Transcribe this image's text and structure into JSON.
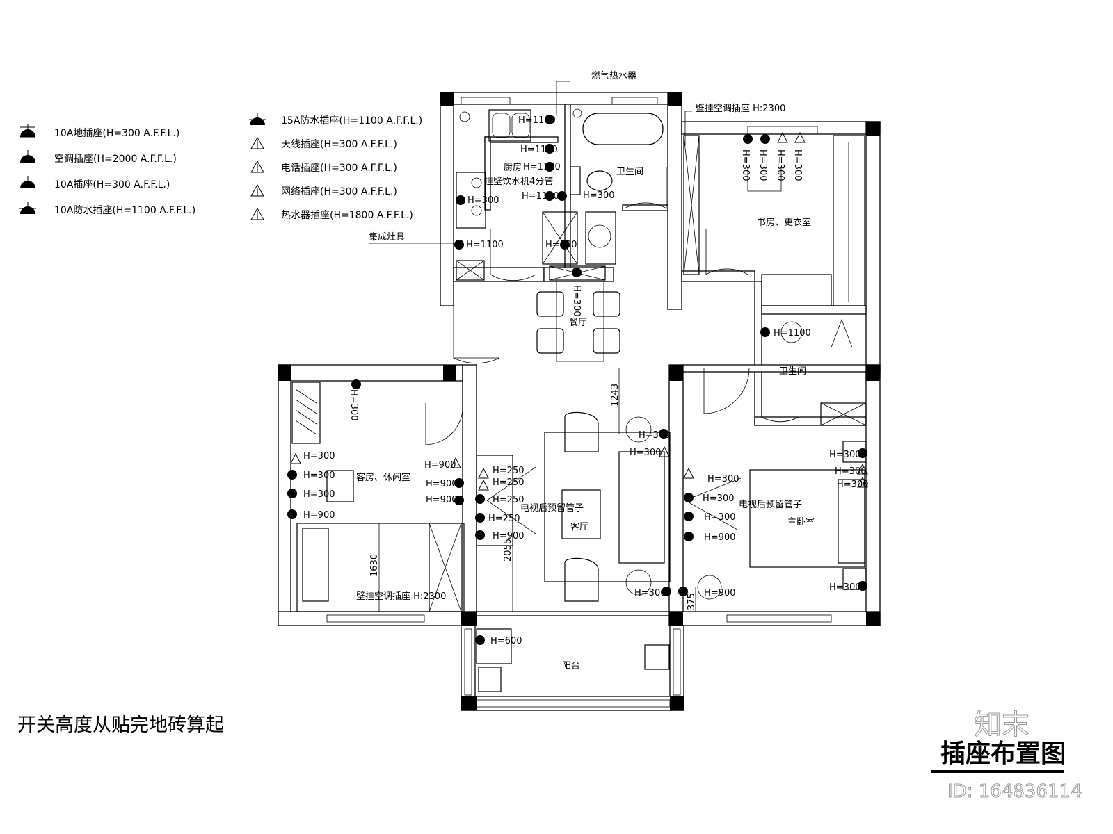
{
  "legend": {
    "left": [
      {
        "icon": "floor-socket-icon",
        "label": "10A地插座(H=300 A.F.F.L.)"
      },
      {
        "icon": "ac-socket-icon",
        "label": "空调插座(H=2000 A.F.F.L.)"
      },
      {
        "icon": "socket-10a-icon",
        "label": "10A插座(H=300 A.F.F.L.)"
      },
      {
        "icon": "waterproof-socket-10a-icon",
        "label": "10A防水插座(H=1100 A.F.F.L.)"
      }
    ],
    "right": [
      {
        "icon": "waterproof-socket-15a-icon",
        "label": "15A防水插座(H=1100 A.F.F.L.)"
      },
      {
        "icon": "antenna-socket-icon",
        "label": "天线插座(H=300 A.F.F.L.)"
      },
      {
        "icon": "phone-socket-icon",
        "label": "电话插座(H=300 A.F.F.L.)"
      },
      {
        "icon": "network-socket-icon",
        "label": "网络插座(H=300 A.F.F.L.)"
      },
      {
        "icon": "water-heater-socket-icon",
        "label": "热水器插座(H=1800 A.F.F.L.)"
      }
    ]
  },
  "rooms": {
    "kitchen": "厨房",
    "bath1": "卫生间",
    "study": "书房、更衣室",
    "dining": "餐厅",
    "bath2": "卫生间",
    "guest": "客房、休闲室",
    "living": "客厅",
    "master": "主卧室",
    "balcony": "阳台"
  },
  "annotations": {
    "gas_heater": "燃气热水器",
    "ac_socket_top": "壁挂空调插座 H:2300",
    "ac_socket_guest": "壁挂空调插座 H:2300",
    "stove": "集成灶具",
    "water_dispenser": "挂壁饮水机4分管",
    "tv_pipe_living": "电视后预留管子",
    "tv_pipe_master": "电视后预留管子"
  },
  "dimensions": [
    "1243",
    "2055",
    "1630",
    "375"
  ],
  "socket_labels": [
    "H=1100",
    "H=1100",
    "H=1100",
    "H=1100",
    "H=300",
    "H=1100",
    "H=300",
    "H=300",
    "H=300",
    "H=300",
    "H=300",
    "H=300",
    "H=300",
    "H=1100",
    "H=300",
    "H=300",
    "H=300",
    "H=300",
    "H=300",
    "H=300",
    "H=300",
    "H=900",
    "H=900",
    "H=300",
    "H=300",
    "H=300",
    "H=250",
    "H=250",
    "H=250",
    "H=250",
    "H=900",
    "H=900",
    "H=900",
    "H=900",
    "H=300",
    "H=300",
    "H=300",
    "H=900",
    "H=300",
    "H=600"
  ],
  "note": "开关高度从贴完地砖算起",
  "title": "插座布置图",
  "watermark": {
    "logo": "知末",
    "id": "ID: 164836114"
  }
}
